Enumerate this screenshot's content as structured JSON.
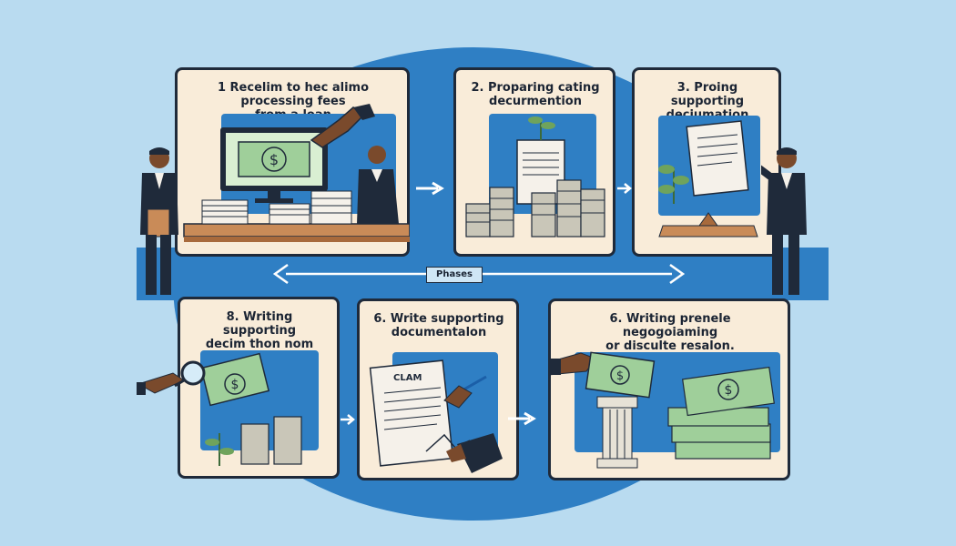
{
  "diagram": {
    "center_label": "Phases",
    "steps": [
      {
        "title_line1": "1 Recelim to hec alimo processing fees",
        "title_line2": "from a loan"
      },
      {
        "title_line1": "2. Proparing cating",
        "title_line2": "decurmention"
      },
      {
        "title_line1": "3. Proing supporting",
        "title_line2": "deciumation"
      },
      {
        "title_line1": "8. Writing supporting",
        "title_line2": "decim thon nom ong"
      },
      {
        "title_line1": "6. Write supporting",
        "title_line2": "documentalon"
      },
      {
        "title_line1": "6. Writing prenele negogoiaming",
        "title_line2": "or disculte resalon."
      }
    ],
    "claim_text": "CLAM",
    "colors": {
      "background": "#b9dbf0",
      "accent_blue": "#2f7fc4",
      "card": "#f9ecd9",
      "money_green": "#9fcf9a",
      "outline": "#1f2a3a"
    }
  }
}
